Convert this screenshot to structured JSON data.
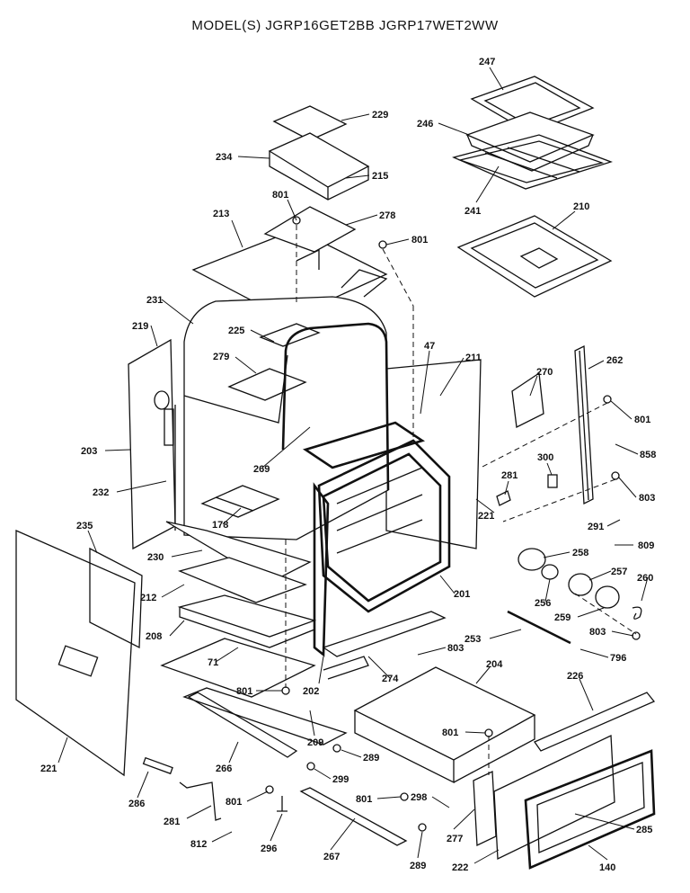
{
  "title": "MODEL(S) JGRP16GET2BB  JGRP17WET2WW",
  "callouts": [
    {
      "id": "c229",
      "text": "229"
    },
    {
      "id": "c234",
      "text": "234"
    },
    {
      "id": "c215",
      "text": "215"
    },
    {
      "id": "c247",
      "text": "247"
    },
    {
      "id": "c246",
      "text": "246"
    },
    {
      "id": "c241",
      "text": "241"
    },
    {
      "id": "c210",
      "text": "210"
    },
    {
      "id": "c801a",
      "text": "801"
    },
    {
      "id": "c213",
      "text": "213"
    },
    {
      "id": "c278",
      "text": "278"
    },
    {
      "id": "c801b",
      "text": "801"
    },
    {
      "id": "c231",
      "text": "231"
    },
    {
      "id": "c219",
      "text": "219"
    },
    {
      "id": "c225",
      "text": "225"
    },
    {
      "id": "c279",
      "text": "279"
    },
    {
      "id": "c47",
      "text": "47"
    },
    {
      "id": "c211",
      "text": "211"
    },
    {
      "id": "c270",
      "text": "270"
    },
    {
      "id": "c262",
      "text": "262"
    },
    {
      "id": "c801c",
      "text": "801"
    },
    {
      "id": "c858",
      "text": "858"
    },
    {
      "id": "c203",
      "text": "203"
    },
    {
      "id": "c269",
      "text": "269"
    },
    {
      "id": "c281a",
      "text": "281"
    },
    {
      "id": "c300",
      "text": "300"
    },
    {
      "id": "c232",
      "text": "232"
    },
    {
      "id": "c803a",
      "text": "803"
    },
    {
      "id": "c221a",
      "text": "221"
    },
    {
      "id": "c178",
      "text": "178"
    },
    {
      "id": "c291",
      "text": "291"
    },
    {
      "id": "c235",
      "text": "235"
    },
    {
      "id": "c230",
      "text": "230"
    },
    {
      "id": "c258",
      "text": "258"
    },
    {
      "id": "c809",
      "text": "809"
    },
    {
      "id": "c212",
      "text": "212"
    },
    {
      "id": "c201",
      "text": "201"
    },
    {
      "id": "c257",
      "text": "257"
    },
    {
      "id": "c256",
      "text": "256"
    },
    {
      "id": "c260",
      "text": "260"
    },
    {
      "id": "c208",
      "text": "208"
    },
    {
      "id": "c259",
      "text": "259"
    },
    {
      "id": "c803b",
      "text": "803"
    },
    {
      "id": "c253",
      "text": "253"
    },
    {
      "id": "c71",
      "text": "71"
    },
    {
      "id": "c803c",
      "text": "803"
    },
    {
      "id": "c796",
      "text": "796"
    },
    {
      "id": "c274",
      "text": "274"
    },
    {
      "id": "c204",
      "text": "204"
    },
    {
      "id": "c226",
      "text": "226"
    },
    {
      "id": "c801d",
      "text": "801"
    },
    {
      "id": "c202",
      "text": "202"
    },
    {
      "id": "c209",
      "text": "209"
    },
    {
      "id": "c801e",
      "text": "801"
    },
    {
      "id": "c221b",
      "text": "221"
    },
    {
      "id": "c266",
      "text": "266"
    },
    {
      "id": "c289a",
      "text": "289"
    },
    {
      "id": "c299",
      "text": "299"
    },
    {
      "id": "c286",
      "text": "286"
    },
    {
      "id": "c801f",
      "text": "801"
    },
    {
      "id": "c801g",
      "text": "801"
    },
    {
      "id": "c298",
      "text": "298"
    },
    {
      "id": "c281b",
      "text": "281"
    },
    {
      "id": "c285",
      "text": "285"
    },
    {
      "id": "c812",
      "text": "812"
    },
    {
      "id": "c296",
      "text": "296"
    },
    {
      "id": "c267",
      "text": "267"
    },
    {
      "id": "c277",
      "text": "277"
    },
    {
      "id": "c289b",
      "text": "289"
    },
    {
      "id": "c222",
      "text": "222"
    },
    {
      "id": "c140",
      "text": "140"
    }
  ]
}
